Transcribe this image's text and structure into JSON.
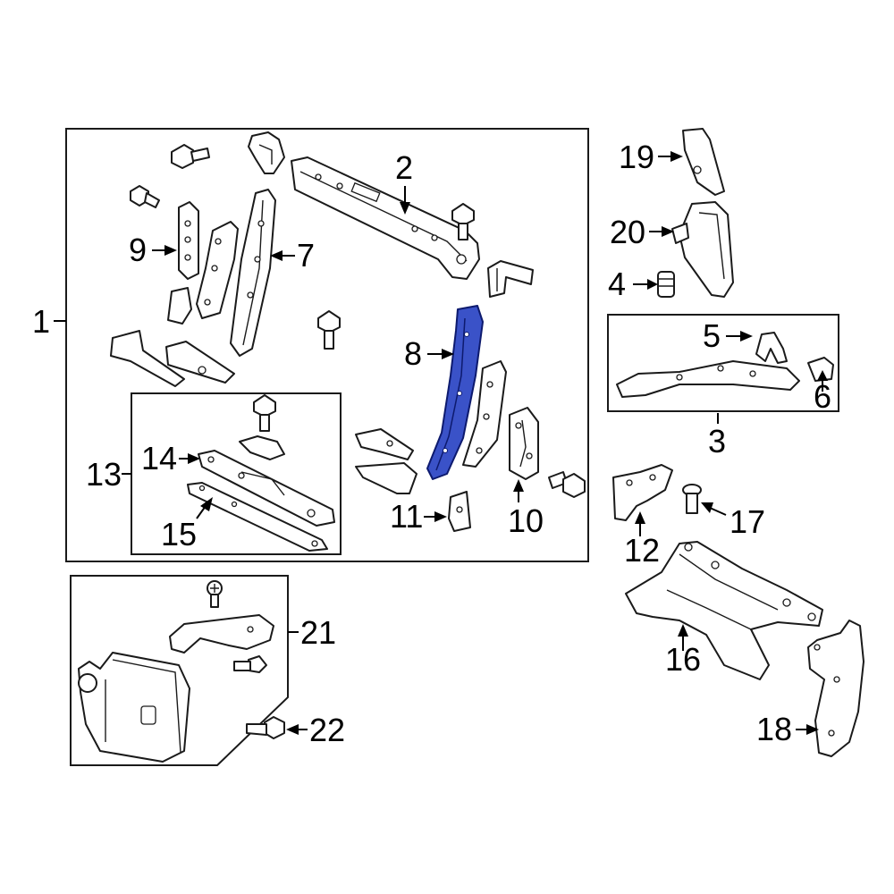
{
  "diagram": {
    "highlight_color": "#3a52c8",
    "callouts": {
      "c1": "1",
      "c2": "2",
      "c3": "3",
      "c4": "4",
      "c5": "5",
      "c6": "6",
      "c7": "7",
      "c8": "8",
      "c9": "9",
      "c10": "10",
      "c11": "11",
      "c12": "12",
      "c13": "13",
      "c14": "14",
      "c15": "15",
      "c16": "16",
      "c17": "17",
      "c18": "18",
      "c19": "19",
      "c20": "20",
      "c21": "21",
      "c22": "22"
    }
  }
}
